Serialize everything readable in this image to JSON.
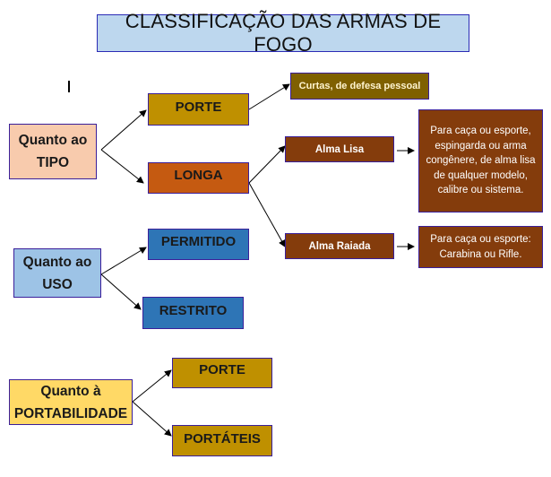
{
  "title": "CLASSIFICAÇÃO DAS ARMAS DE FOGO",
  "colors": {
    "title_bg": "#bdd7ee",
    "tipo_bg": "#f8cbad",
    "uso_bg": "#9dc3e6",
    "portabilidade_bg": "#ffd966",
    "porte_bg": "#bf9000",
    "longa_bg": "#c55a11",
    "blue_bg": "#2e75b6",
    "curtas_bg": "#7f6000",
    "alma_bg": "#843c0c",
    "border": "#3a1f9a"
  },
  "groups": {
    "tipo": {
      "label": "Quanto ao TIPO",
      "children": {
        "porte": {
          "label": "PORTE",
          "children": [
            "Curtas, de defesa pessoal"
          ]
        },
        "longa": {
          "label": "LONGA",
          "children": {
            "alma_lisa": {
              "label": "Alma Lisa",
              "description": "Para caça ou esporte, espingarda ou arma congênere, de alma lisa de qualquer modelo, calibre ou sistema."
            },
            "alma_raiada": {
              "label": "Alma Raiada",
              "description": "Para caça ou esporte: Carabina ou Rifle."
            }
          }
        }
      }
    },
    "uso": {
      "label": "Quanto ao USO",
      "children": [
        "PERMITIDO",
        "RESTRITO"
      ]
    },
    "portabilidade": {
      "label": "Quanto à PORTABILIDADE",
      "children": [
        "PORTE",
        "PORTÁTEIS"
      ]
    }
  }
}
